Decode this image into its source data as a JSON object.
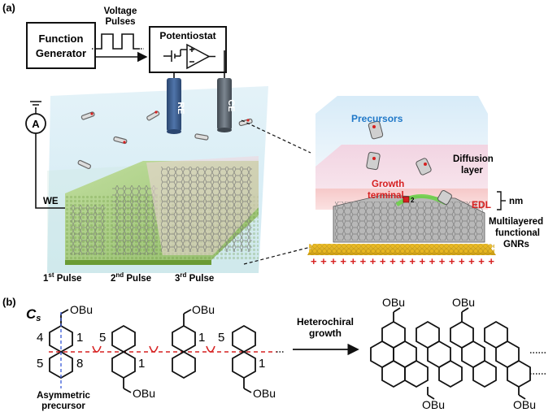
{
  "panel_a": {
    "label": "(a)",
    "function_generator": [
      "Function",
      "Generator"
    ],
    "voltage_pulses": [
      "Voltage",
      "Pulses"
    ],
    "potentiostat": "Potentiostat",
    "electrode_re": "RE",
    "electrode_ce": "CE",
    "electrode_we": "WE",
    "ammeter": "A",
    "pulses": [
      {
        "num": "1",
        "sup": "st",
        "word": "Pulse"
      },
      {
        "num": "2",
        "sup": "nd",
        "word": "Pulse"
      },
      {
        "num": "3",
        "sup": "rd",
        "word": "Pulse"
      }
    ],
    "precursors": "Precursors",
    "diffusion_layer": [
      "Diffusion",
      "layer"
    ],
    "growth_terminal": [
      "Growth",
      "terminal"
    ],
    "edl": "EDL",
    "nm": "nm",
    "gnrs": [
      "Multilayered",
      "functional",
      "GNRs"
    ],
    "plus_signs": "+++++++++++++++++++",
    "marker_2": "2"
  },
  "panel_b": {
    "label": "(b)",
    "symmetry": {
      "main": "C",
      "sub": "s"
    },
    "obu": "OBu",
    "positions": {
      "p1": "1",
      "p4": "4",
      "p5": "5",
      "p8": "8"
    },
    "asym_precursor": [
      "Asymmetric",
      "precursor"
    ],
    "heterochiral": [
      "Heterochiral",
      "growth"
    ]
  },
  "colors": {
    "precursor_blue": "#1f78c8",
    "growth_red": "#d62020",
    "electrode_blue": "#3a5a8c",
    "electrode_gray": "#5c6670",
    "substrate_green": "#9bc55a"
  }
}
